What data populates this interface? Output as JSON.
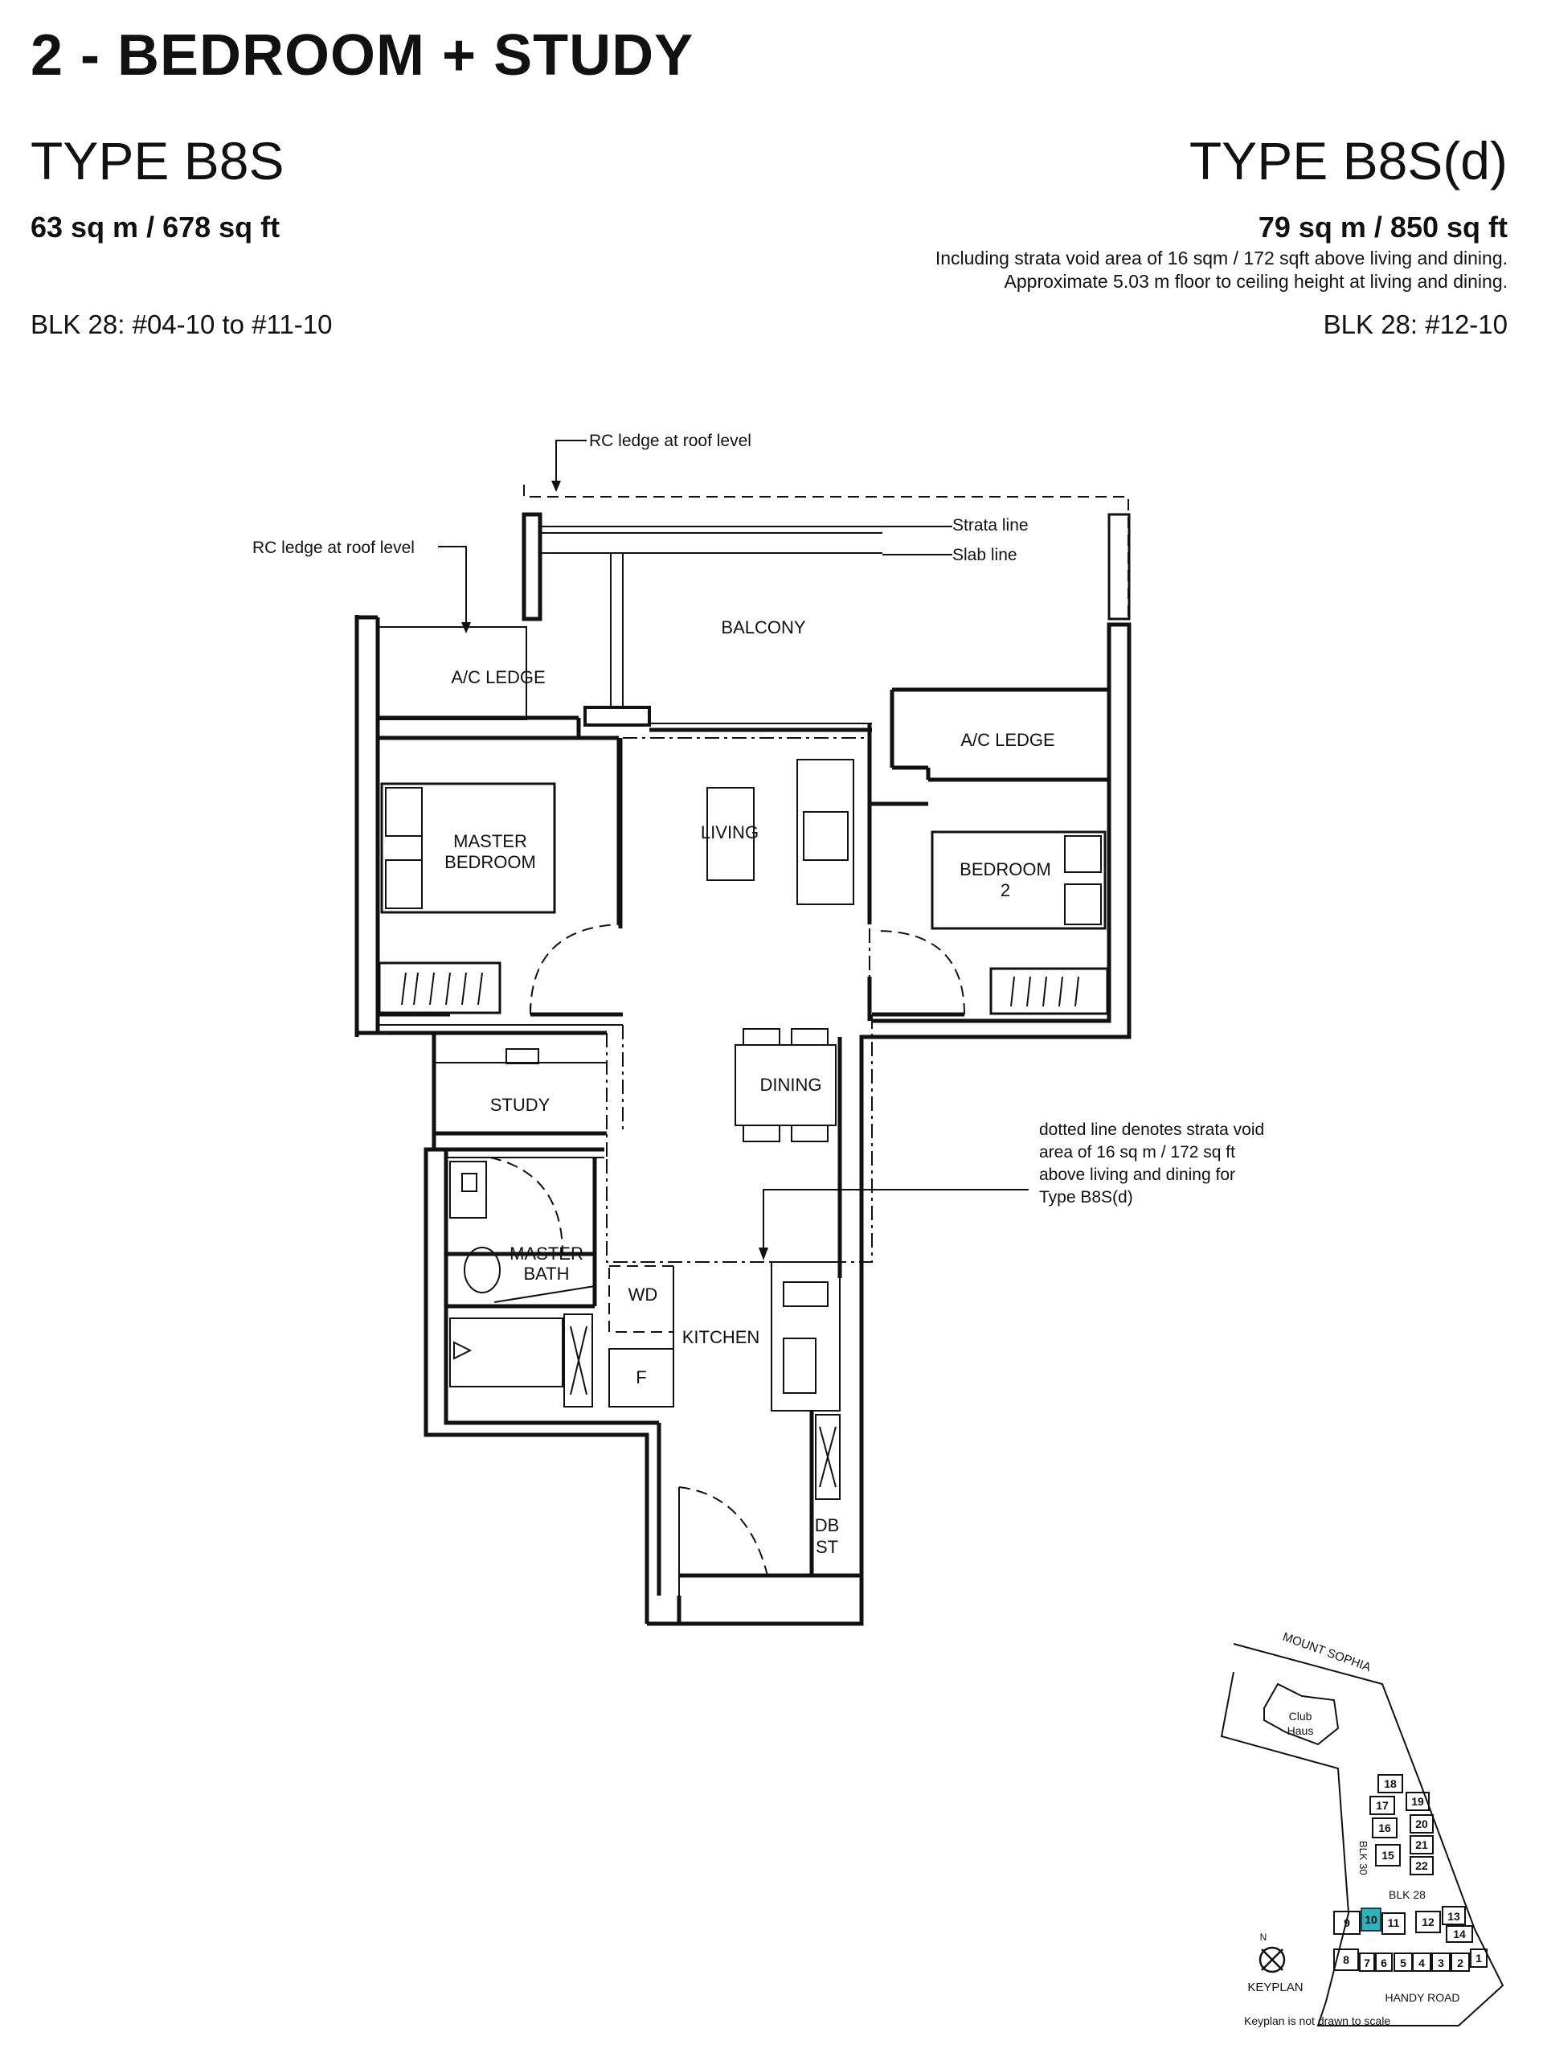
{
  "header": {
    "title": "2 - BEDROOM + STUDY",
    "left": {
      "type": "TYPE B8S",
      "area": "63 sq m / 678 sq ft",
      "blocks": "BLK 28: #04-10 to #11-10"
    },
    "right": {
      "type": "TYPE B8S(d)",
      "area": "79 sq m / 850 sq ft",
      "note_line1": "Including strata void area of 16 sqm / 172 sqft above living and dining.",
      "note_line2": "Approximate 5.03 m floor to ceiling height at living and dining.",
      "blocks": "BLK 28: #12-10"
    }
  },
  "plan": {
    "annotations": {
      "rc_ledge_top": "RC ledge at roof level",
      "rc_ledge_left": "RC ledge at roof level",
      "strata_line": "Strata line",
      "slab_line": "Slab line",
      "void_note_1": "dotted line denotes strata void",
      "void_note_2": "area of 16 sq m / 172 sq ft",
      "void_note_3": "above living and dining for",
      "void_note_4": "Type B8S(d)"
    },
    "rooms": {
      "balcony": "BALCONY",
      "ac_ledge_left": "A/C LEDGE",
      "ac_ledge_right": "A/C LEDGE",
      "master_bedroom_1": "MASTER",
      "master_bedroom_2": "BEDROOM",
      "living": "LIVING",
      "bedroom2_1": "BEDROOM",
      "bedroom2_2": "2",
      "study": "STUDY",
      "dining": "DINING",
      "master_bath_1": "MASTER",
      "master_bath_2": "BATH",
      "wd": "WD",
      "kitchen": "KITCHEN",
      "fridge": "F",
      "db_1": "DB",
      "db_2": "ST"
    }
  },
  "keyplan": {
    "road_top": "MOUNT SOPHIA",
    "road_bottom": "HANDY ROAD",
    "club_1": "Club",
    "club_2": "Haus",
    "blk30": "BLK 30",
    "blk28": "BLK 28",
    "label": "KEYPLAN",
    "north": "N",
    "footnote": "Keyplan is not drawn to scale",
    "highlight_color": "#2bb3c0",
    "units": [
      "18",
      "17",
      "19",
      "16",
      "20",
      "21",
      "15",
      "22",
      "9",
      "10",
      "11",
      "12",
      "13",
      "14",
      "8",
      "7",
      "6",
      "5",
      "4",
      "3",
      "2",
      "1"
    ]
  }
}
